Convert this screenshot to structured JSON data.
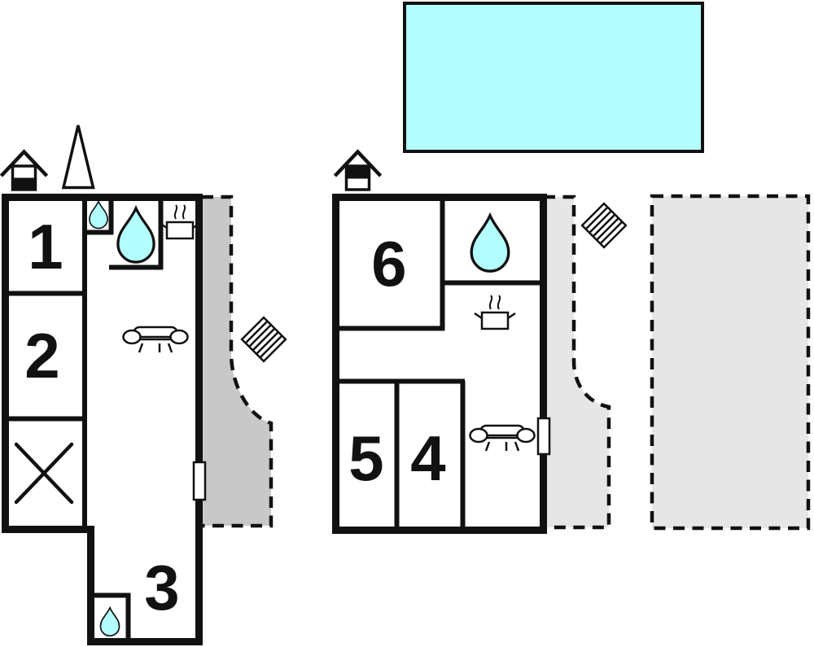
{
  "colors": {
    "wall": "#111111",
    "water": "#b3feff",
    "terrace_dark": "#c8c8c8",
    "terrace_light": "#e6e6e6",
    "background": "#ffffff"
  },
  "plan": {
    "pool": {
      "id": "swimming-pool"
    },
    "far_right_area": {
      "id": "dashed-terrace-area"
    },
    "left_building": {
      "floor_marker": "house-icon-lower-half-black",
      "rooms": [
        {
          "id": "room-1",
          "label": "1"
        },
        {
          "id": "room-2",
          "label": "2"
        },
        {
          "id": "room-3",
          "label": "3"
        },
        {
          "id": "room-x",
          "label": "",
          "note": "crossed-out-room"
        }
      ],
      "features": [
        "tree",
        "small-water-drop",
        "large-water-drop",
        "stove",
        "sofa",
        "door",
        "terrace",
        "stairs",
        "closet-water-drop"
      ]
    },
    "right_building": {
      "floor_marker": "house-icon-upper-half-black",
      "rooms": [
        {
          "id": "room-6",
          "label": "6"
        },
        {
          "id": "room-5",
          "label": "5"
        },
        {
          "id": "room-4",
          "label": "4"
        }
      ],
      "features": [
        "large-water-drop",
        "stove",
        "sofa",
        "door",
        "terrace",
        "stairs"
      ]
    }
  }
}
